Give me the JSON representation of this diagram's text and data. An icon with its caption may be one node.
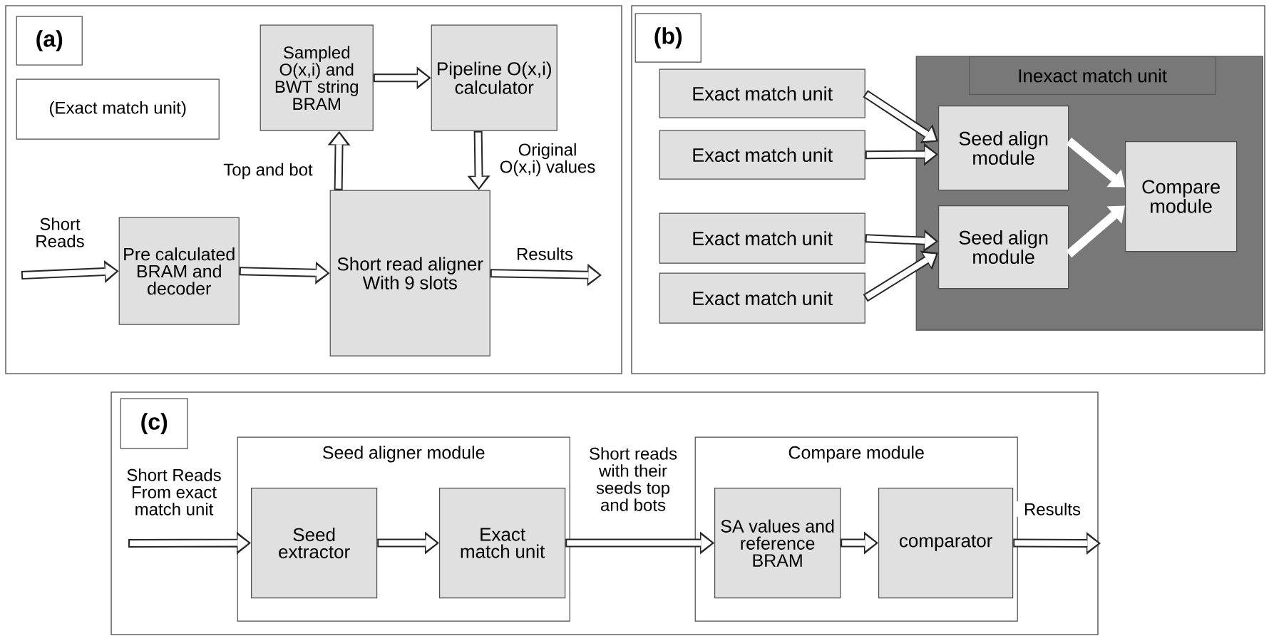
{
  "diagram": {
    "nodes": [
      {
        "text": [],
        "shape": "box"
      },
      {
        "text": [
          "(a)"
        ],
        "in": 0
      },
      {
        "text": [
          "(Exact match unit)"
        ],
        "in": 0
      },
      {
        "text": [
          "Sampled O(x,i) and BWT string BRAM"
        ],
        "in": 0
      },
      {
        "text": [
          "Pipeline O(x,i) calculator"
        ],
        "in": 0
      },
      {
        "text": [
          "Pre calculated BRAM and decoder"
        ],
        "in": 0
      },
      {
        "text": [
          "Short read aligner With 9 slots"
        ],
        "in": 0
      },
      {
        "text": [],
        "shape": "box"
      },
      {
        "text": [
          "(b)"
        ],
        "in": 7
      },
      {
        "text": [
          "Inexact match unit"
        ],
        "in": 7
      },
      {
        "text": [
          "Exact match unit"
        ],
        "in": 7
      },
      {
        "text": [
          "Exact match unit"
        ],
        "in": 7
      },
      {
        "text": [
          "Exact match unit"
        ],
        "in": 7
      },
      {
        "text": [
          "Exact match unit"
        ],
        "in": 7
      },
      {
        "text": [
          "Seed align module"
        ],
        "in": 9
      },
      {
        "text": [
          "Seed align module"
        ],
        "in": 9
      },
      {
        "text": [
          "Compare module"
        ],
        "in": 9
      },
      {
        "text": [],
        "shape": "box"
      },
      {
        "text": [
          "(c)"
        ],
        "in": 17
      },
      {
        "text": [
          "Seed aligner module"
        ],
        "in": 17
      },
      {
        "text": [
          "Seed extractor"
        ],
        "in": 19
      },
      {
        "text": [
          "Exact match unit"
        ],
        "in": 19
      },
      {
        "text": [
          "Compare module"
        ],
        "in": 17
      },
      {
        "text": [
          "SA values and reference BRAM"
        ],
        "in": 22
      },
      {
        "text": [
          "comparator"
        ],
        "in": 22
      }
    ],
    "edges": [
      {
        "from": null,
        "to": 5,
        "arrow": "to",
        "label": "Short Reads"
      },
      {
        "from": 5,
        "to": 6,
        "arrow": "to"
      },
      {
        "from": 6,
        "to": 3,
        "arrow": "to",
        "label": "Top and bot"
      },
      {
        "from": 3,
        "to": 4,
        "arrow": "to"
      },
      {
        "from": 4,
        "to": 6,
        "arrow": "to",
        "label": "Original O(x,i) values"
      },
      {
        "from": 6,
        "to": null,
        "arrow": "to",
        "label": "Results"
      },
      {
        "from": 10,
        "to": 14,
        "arrow": "to"
      },
      {
        "from": 11,
        "to": 14,
        "arrow": "to"
      },
      {
        "from": 12,
        "to": 15,
        "arrow": "to"
      },
      {
        "from": 13,
        "to": 15,
        "arrow": "to"
      },
      {
        "from": 14,
        "to": 16,
        "arrow": "to",
        "color": "#ffffff"
      },
      {
        "from": 15,
        "to": 16,
        "arrow": "to",
        "color": "#ffffff"
      },
      {
        "from": null,
        "to": 20,
        "arrow": "to",
        "label": "Short Reads From exact match unit"
      },
      {
        "from": 20,
        "to": 21,
        "arrow": "to"
      },
      {
        "from": 21,
        "to": 23,
        "arrow": "to",
        "label": "Short reads with their seeds top and bots"
      },
      {
        "from": 23,
        "to": 24,
        "arrow": "to"
      },
      {
        "from": 24,
        "to": null,
        "arrow": "to",
        "label": "Results"
      }
    ]
  }
}
